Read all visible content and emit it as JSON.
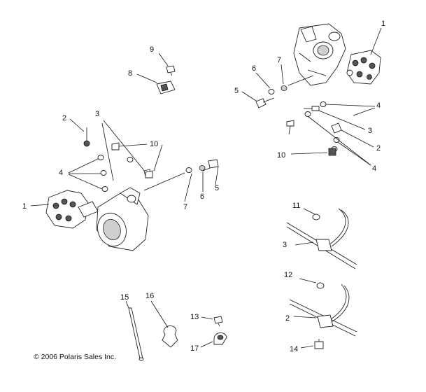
{
  "diagram": {
    "copyright": "© 2006 Polaris Sales Inc.",
    "callouts": [
      {
        "id": "c-1-top",
        "text": "1"
      },
      {
        "id": "c-7-top",
        "text": "7"
      },
      {
        "id": "c-6-top",
        "text": "6"
      },
      {
        "id": "c-5-top",
        "text": "5"
      },
      {
        "id": "c-4-top",
        "text": "4"
      },
      {
        "id": "c-3-top",
        "text": "3"
      },
      {
        "id": "c-2-top",
        "text": "2"
      },
      {
        "id": "c-10-top",
        "text": "10"
      },
      {
        "id": "c-4-topb",
        "text": "4"
      },
      {
        "id": "c-9",
        "text": "9"
      },
      {
        "id": "c-8",
        "text": "8"
      },
      {
        "id": "c-2-left",
        "text": "2"
      },
      {
        "id": "c-3-left",
        "text": "3"
      },
      {
        "id": "c-10-left",
        "text": "10"
      },
      {
        "id": "c-4-left",
        "text": "4"
      },
      {
        "id": "c-1-left",
        "text": "1"
      },
      {
        "id": "c-7-mid",
        "text": "7"
      },
      {
        "id": "c-6-mid",
        "text": "6"
      },
      {
        "id": "c-5-mid",
        "text": "5"
      },
      {
        "id": "c-11",
        "text": "11"
      },
      {
        "id": "c-3-right",
        "text": "3"
      },
      {
        "id": "c-12",
        "text": "12"
      },
      {
        "id": "c-2-right",
        "text": "2"
      },
      {
        "id": "c-14",
        "text": "14"
      },
      {
        "id": "c-15",
        "text": "15"
      },
      {
        "id": "c-16",
        "text": "16"
      },
      {
        "id": "c-13",
        "text": "13"
      },
      {
        "id": "c-17",
        "text": "17"
      }
    ]
  }
}
